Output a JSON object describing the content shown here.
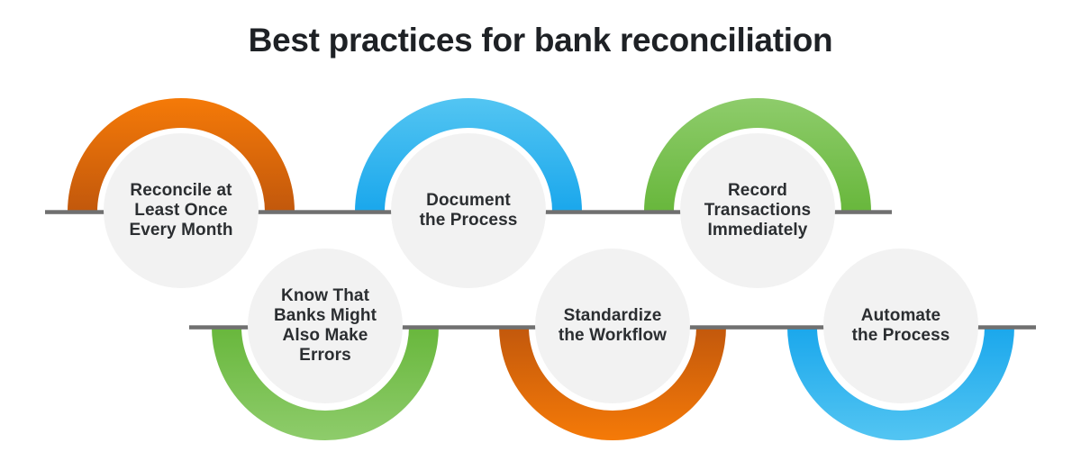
{
  "title": "Best practices for bank reconciliation",
  "colors": {
    "title_color": "#1e2125",
    "text": "#2b2e31",
    "line": "#707070",
    "circle_fill": "#f2f2f2",
    "orange_dark": "#c2580c",
    "orange_bright": "#f57a08",
    "blue_dark": "#1aa7ec",
    "blue_bright": "#53c5f2",
    "green_dark": "#68b73c",
    "green_bright": "#8ecc6b"
  },
  "items": [
    {
      "label": "Reconcile at\nLeast Once\nEvery Month",
      "color": "orange",
      "arc_direction": "up"
    },
    {
      "label": "Document\nthe Process",
      "color": "blue",
      "arc_direction": "up"
    },
    {
      "label": "Record\nTransactions\nImmediately",
      "color": "green",
      "arc_direction": "up"
    },
    {
      "label": "Know That\nBanks Might\nAlso Make\nErrors",
      "color": "green",
      "arc_direction": "down"
    },
    {
      "label": "Standardize\nthe Workflow",
      "color": "orange",
      "arc_direction": "down"
    },
    {
      "label": "Automate\nthe Process",
      "color": "blue",
      "arc_direction": "down"
    }
  ]
}
